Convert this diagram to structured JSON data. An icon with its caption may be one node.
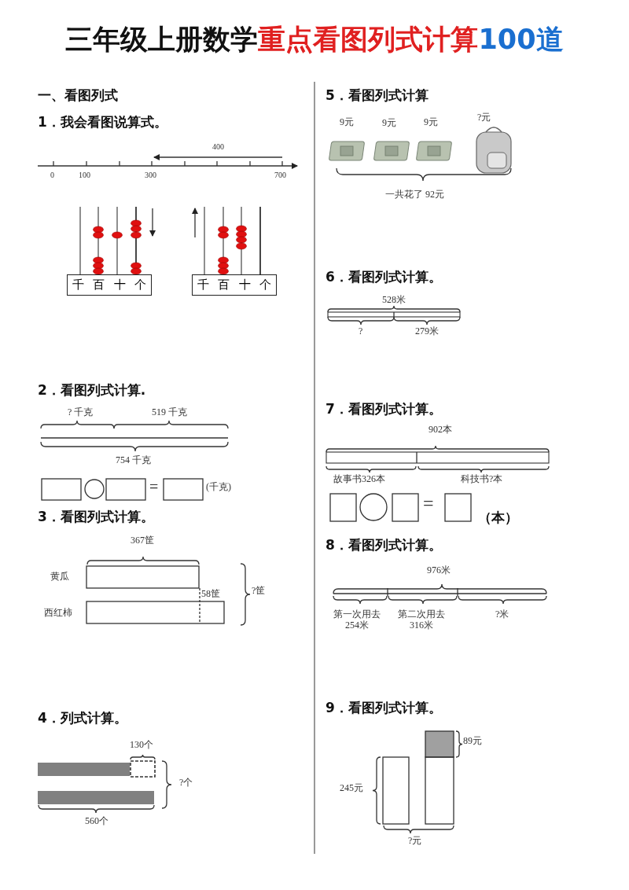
{
  "diagram": {
    "title": "三年级上册数学重点看图列式计算100道",
    "nodes": [
      {
        "text": [
          "千",
          "百",
          "十",
          "个"
        ]
      },
      {
        "text": [
          "千",
          "百",
          "十",
          "个"
        ]
      }
    ],
    "labels": [
      "一、看图列式",
      "1．我会看图说算式。",
      "400",
      "0",
      "100",
      "300",
      "700",
      "2．看图列式计算.",
      "? 千克",
      "519 千克",
      "754 千克",
      "=",
      "(千克)",
      "3．看图列式计算。",
      "367筐",
      "黄瓜",
      "58筐",
      "?筐",
      "西红柿",
      "4．列式计算。",
      "130个",
      "?个",
      "560个",
      "5．看图列式计算",
      "9元",
      "9元",
      "9元",
      "?元",
      "一共花了 92元",
      "6．看图列式计算。",
      "528米",
      "?",
      "279米",
      "7．看图列式计算。",
      "902本",
      "故事书326本",
      "科技书?本",
      "=",
      "（本）",
      "8．看图列式计算。",
      "976米",
      "第一次用去254米",
      "第二次用去316米",
      "?米",
      "9．看图列式计算。",
      "89元",
      "245元",
      "?元"
    ]
  }
}
